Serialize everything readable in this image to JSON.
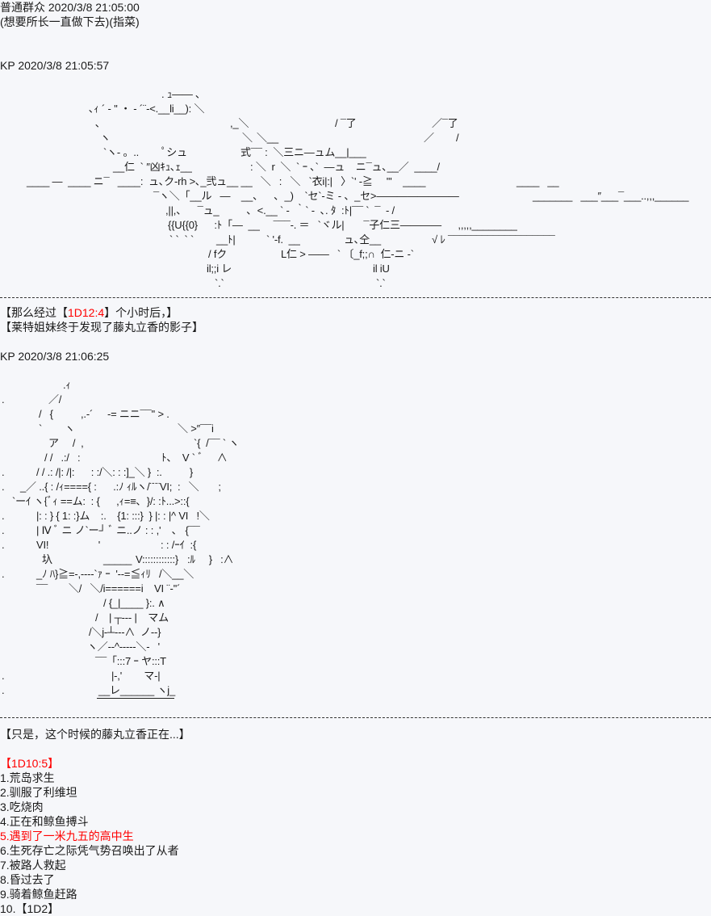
{
  "post1": {
    "author_line": "普通群众 2020/3/8 21:05:00",
    "message": "(想要所长一直做下去)(指菜)"
  },
  "post2": {
    "author_line": "KP 2020/3/8 21:05:57",
    "art": [
      ". ｭ―― ､",
      "､ｨ ´ - '' ・ - ´¨-<.__li__): ＼",
      ",_＼",
      "､",
      "＼",
      "/ ¯了",
      "／¯了",
      "ヽ",
      "＼__",
      "／",
      "/",
      "`ヽ- 。..",
      "ﾟシュ",
      "式¯¯ :  ＼三ニ―ュム__|___",
      "__仁  ` ″凶ｷｭ､ｪ__",
      ": ＼  r  ＼  ` ｰ ､`  ―ュ    ニ¯ュ､__／  ____/",
      "____ ―  ____ ニ¯   ____:  ュ､ク-rh >､_弐ュ__ __   ＼   :   ＼   `衣i|:|   〉`' -≧     '''    ____",
      "____   __",
      "¯ヽ＼「__ル   ―    __、    ､  _)    `セ`-ミ - 、_セ>————————",
      "_______   ___″___¯___..,,,______",
      ",||,、    ¯ュ_          ､  <.__ ` -  ｀` -  ､. ﾀ  :ﾄ|¯¯ `  ¯  - /",
      "{{U{{0}      :ﾄ「―  __     ¯¯¯-. ＝   `ヾル|       ¯子仁三————      ,,,,,________",
      "` `  ` `",
      "__ﾄ|",
      "` '-f.  __",
      "ュ､仝__",
      "√ ﾚ ¯¯¯¯¯¯¯¯¯¯¯¯¯¯¯¯¯¯¯",
      "/ fク",
      "L仁 > ――   ` 〔_f;;∩  仁-ニ -`",
      "il;;i レ",
      "il iU",
      "`.`",
      "`.`"
    ]
  },
  "post3": {
    "line1_prefix": "【那么经过【",
    "line1_roll": "1D12:4",
    "line1_suffix": "】个小时后，】",
    "line2": "【莱特姐妹终于发现了藤丸立香的影子】"
  },
  "post4": {
    "author_line": "KP 2020/3/8 21:06:25",
    "art": [
      ".ｨ",
      ".",
      "／/",
      "/   {",
      ",.-´",
      "-= ニニ¯¯'' > .",
      "`",
      "ヽ",
      "＼ >″¯¯i",
      "ア     /  ,",
      "`{  /¯¯ ` ヽ",
      "/ /   .:/   :",
      "ﾄ、  V ` ﾞ     ∧",
      ".",
      "/ / .: /|: /|:      : :/＼: : :]_＼ }  :.          }",
      ".",
      "_／ ..{ : /ｨ===={ :      .:ﾉ ｨﾙヽ/¨¨¨VI;  :   ＼       ;",
      "`ーｲ ヽ{ﾞｨ ==ム:  : {      ,ｨ=≡､  }/: :ﾄ...>::{",
      ".",
      "|: : } { 1: :}ム    :.    {1: :::}  } |: : |^ VI   !＼",
      ".",
      "| Ⅳ ﾞ ニ ノ`ー┘ ﾞ ニ..ノ : : ,'    ､   {¯¯",
      ".",
      "VI!                  '                      : : /ｰｲ  :{",
      "_____",
      "圦",
      "V::::::::::::}",
      ":ﾙ     }   :∧",
      ".",
      "_ﾉ ﾊ}≧=-,----`ｧ ｰ  '--=≦ｨﾘ   /＼__＼",
      "¯¯",
      "＼/   ＼/i======i    VI ¨-''´",
      "/ {_|____ }:. ∧",
      "/    | ┬--- |    マム",
      "/＼j-┴---∧  ノ--}",
      "ヽ／--^-----＼-   '",
      "¯¯「:::7 ｰ ヤ:::T",
      ".",
      "|-,'        マ-|",
      ".",
      "__レ______ ヽj_"
    ]
  },
  "post5": {
    "intro": "【只是，这个时候的藤丸立香正在...】",
    "roll_open": "【",
    "roll": "1D10:5",
    "roll_close": "】",
    "options": [
      "1.荒岛求生",
      "2.驯服了利维坦",
      "3.吃烧肉",
      "4.正在和鲸鱼搏斗",
      "5.遇到了一米九五的高中生",
      "6.生死存亡之际凭气势召唤出了从者",
      "7.被路人救起",
      "8.昏过去了",
      "9.骑着鲸鱼赶路",
      "10.【1D2】"
    ],
    "selected_index": 4
  },
  "colors": {
    "text": "#1a1a1a",
    "roll": "#ff0000",
    "background": "#f6f7fa"
  }
}
